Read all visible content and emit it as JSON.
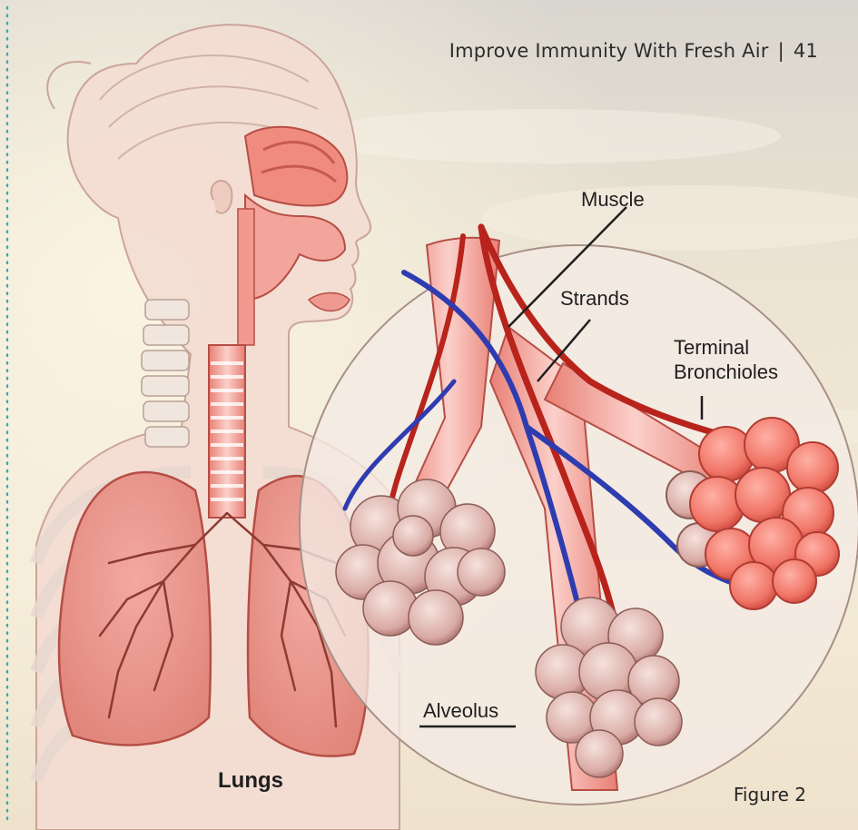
{
  "header": {
    "title": "Improve Immunity With Fresh Air",
    "page_number": "41"
  },
  "labels": {
    "muscle": "Muscle",
    "strands": "Strands",
    "terminal_line1": "Terminal",
    "terminal_line2": "Bronchioles",
    "alveolus": "Alveolus",
    "lungs": "Lungs"
  },
  "figure_label": "Figure 2"
}
